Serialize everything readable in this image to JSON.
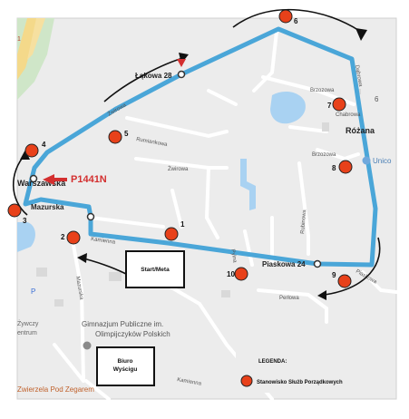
{
  "streets": {
    "lakowa": "Łąkowa 28",
    "rozana": "Różana",
    "warszawska": "Warszawska",
    "mazurska": "Mazurska",
    "piaskowa": "Piaskowa 24",
    "brzozowa_a": "Brzozowa",
    "brzozowa_b": "Brzozowa",
    "chabrowa": "Chabrowa",
    "kamienna": "Kamienna",
    "perlowa": "Perłowa",
    "dabrowa": "Dąbrowa",
    "rumiankowa": "Rumiankowa",
    "zwirowa": "Żwirowa",
    "pylna": "Pylna",
    "rubinowa": "Rubinowa",
    "piaskowa_side": "Piaskowa",
    "zwirowa_b": "Żwirowa",
    "kamienna_b": "Kamienna",
    "mazurska_b": "Mazurska",
    "unicom": "Unico"
  },
  "pois": {
    "school_line1": "Gimnazjum Publiczne im.",
    "school_line2": "Olimpijczyków Polskich",
    "shop": "Zwierzela Pod Zegarem",
    "left_poi1": "Żywczy",
    "left_poi2": "entrum",
    "left_code": "P"
  },
  "marker_label": "P1441N",
  "boxes": {
    "start": "Start/Meta",
    "office_line1": "Biuro",
    "office_line2": "Wyścigu"
  },
  "legend": {
    "title": "LEGENDA:",
    "item": "Stanowisko Służb Porządkowych"
  },
  "stations": [
    "1",
    "2",
    "3",
    "4",
    "5",
    "6",
    "7",
    "8",
    "9",
    "10"
  ],
  "colors": {
    "route": "#4aa6d8",
    "station": "#e8411a",
    "marker": "#d32f2f",
    "road": "#ffffff",
    "map_bg": "#eeeeee"
  }
}
